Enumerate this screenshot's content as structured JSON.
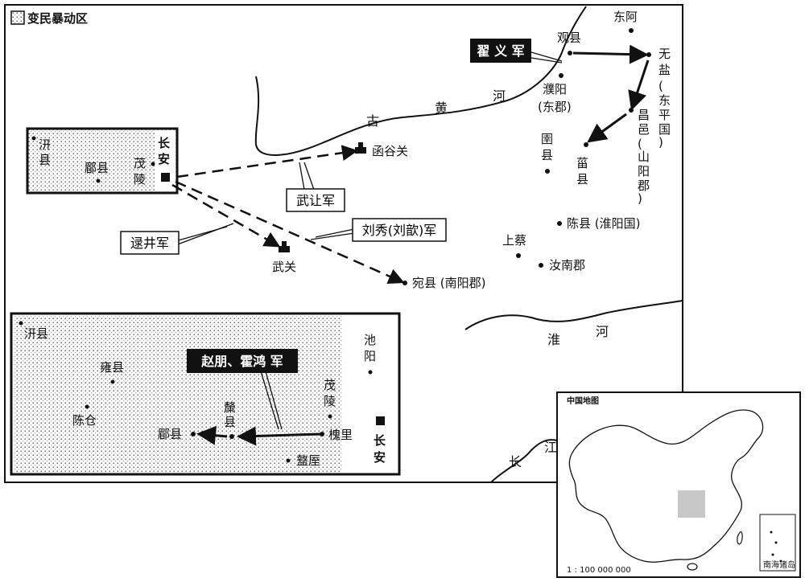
{
  "legend": {
    "label": "变民暴动区"
  },
  "rivers": {
    "yellow": [
      "古",
      "黄",
      "河"
    ],
    "huai": [
      "淮",
      "河"
    ],
    "yangtze": [
      "长",
      "江"
    ]
  },
  "places": {
    "guanxian": "观县",
    "dong_a": "东阿",
    "wuyan": [
      "无",
      "盐",
      "(",
      "东",
      "平",
      "国",
      ")"
    ],
    "puyang": [
      "濮阳",
      "(东郡)"
    ],
    "changyi": [
      "昌",
      "邑",
      "(",
      "山",
      "阳",
      "郡",
      ")"
    ],
    "zixian": [
      "菑",
      "县"
    ],
    "yuxian": [
      "圉",
      "县"
    ],
    "chenxian": "陈县 (淮阳国)",
    "shangcai": "上蔡",
    "runan": "汝南郡",
    "wanxian": "宛县 (南阳郡)",
    "hanguguan": "函谷关",
    "wuguan": "武关",
    "qianxian_top": [
      "汧",
      "县"
    ],
    "meixian_top": "郿县",
    "maoling_top": [
      "茂",
      "陵"
    ],
    "changan_top": [
      "长",
      "安"
    ]
  },
  "armies": {
    "zhai": "翟 义 军",
    "wurang": "武让军",
    "liuxiu": "刘秀(刘歆)军",
    "huanjing": "逯井军",
    "zhaopeng": "赵朋、霍鸿 军"
  },
  "inset_detail": {
    "qianxian": "汧县",
    "yongxian": "雍县",
    "chencang": "陈仓",
    "meixian": "郿县",
    "taixian": [
      "斄",
      "县"
    ],
    "maoling": [
      "茂",
      "陵"
    ],
    "huaili": "槐里",
    "chiyang": [
      "池",
      "阳"
    ],
    "zhouzhi": "盩厔",
    "changan": [
      "长",
      "安"
    ]
  },
  "china_inset": {
    "title": "中国地图",
    "scale": "1 : 100 000 000",
    "south_sea": "南海诸岛"
  }
}
